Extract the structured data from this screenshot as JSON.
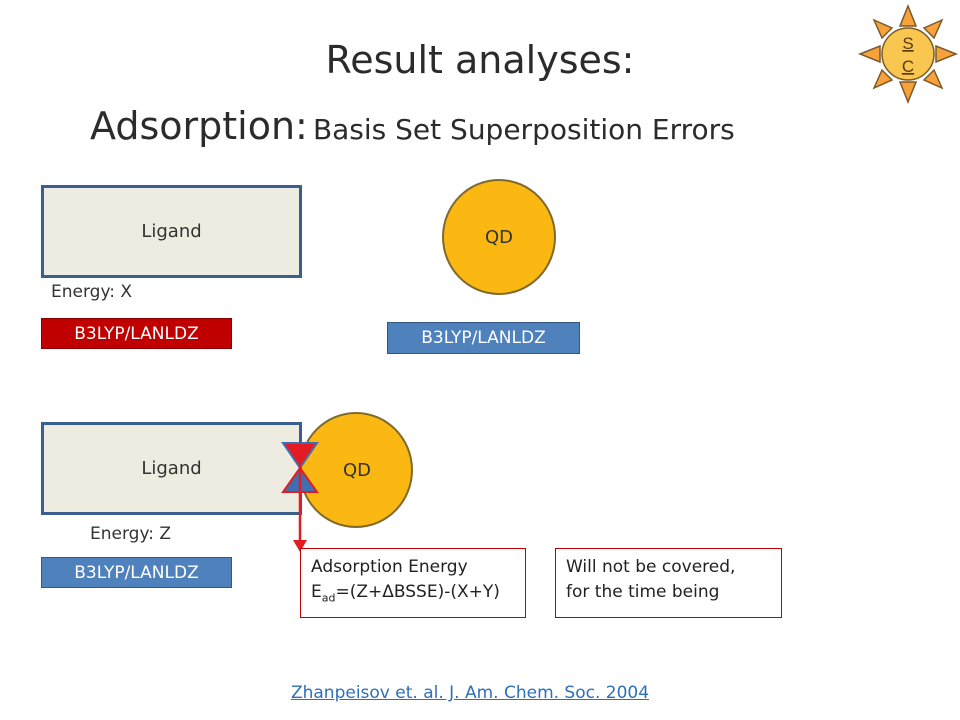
{
  "title": {
    "line1": "Result analyses:",
    "line2_main": "Adsorption:",
    "line2_sub": "Basis Set Superposition Errors"
  },
  "logo": {
    "letters": [
      "S",
      "C"
    ]
  },
  "top": {
    "ligand_label": "Ligand",
    "qd_label": "QD",
    "energy_label": "Energy: X",
    "ligand_basis": "B3LYP/LANLDZ",
    "qd_basis": "B3LYP/LANLDZ"
  },
  "bottom": {
    "ligand_label": "Ligand",
    "qd_label": "QD",
    "energy_label": "Energy: Z",
    "basis": "B3LYP/LANLDZ"
  },
  "adsorption_box": {
    "line1": "Adsorption Energy",
    "e": "E",
    "sub": "ad",
    "formula": "=(Z+ΔBSSE)-(X+Y)"
  },
  "note_box": {
    "line1": "Will not be covered,",
    "line2": "for the time being"
  },
  "citation": "Zhanpeisov et. al. J. Am. Chem. Soc. 2004",
  "colors": {
    "ligand_fill": "#eeece1",
    "ligand_border": "#3a5f8f",
    "qd_fill": "#fbb812",
    "basis_blue": "#4f81bd",
    "basis_red": "#c00000",
    "accent_red": "#e31b23",
    "hourglass_blue": "#3f6fb2"
  }
}
